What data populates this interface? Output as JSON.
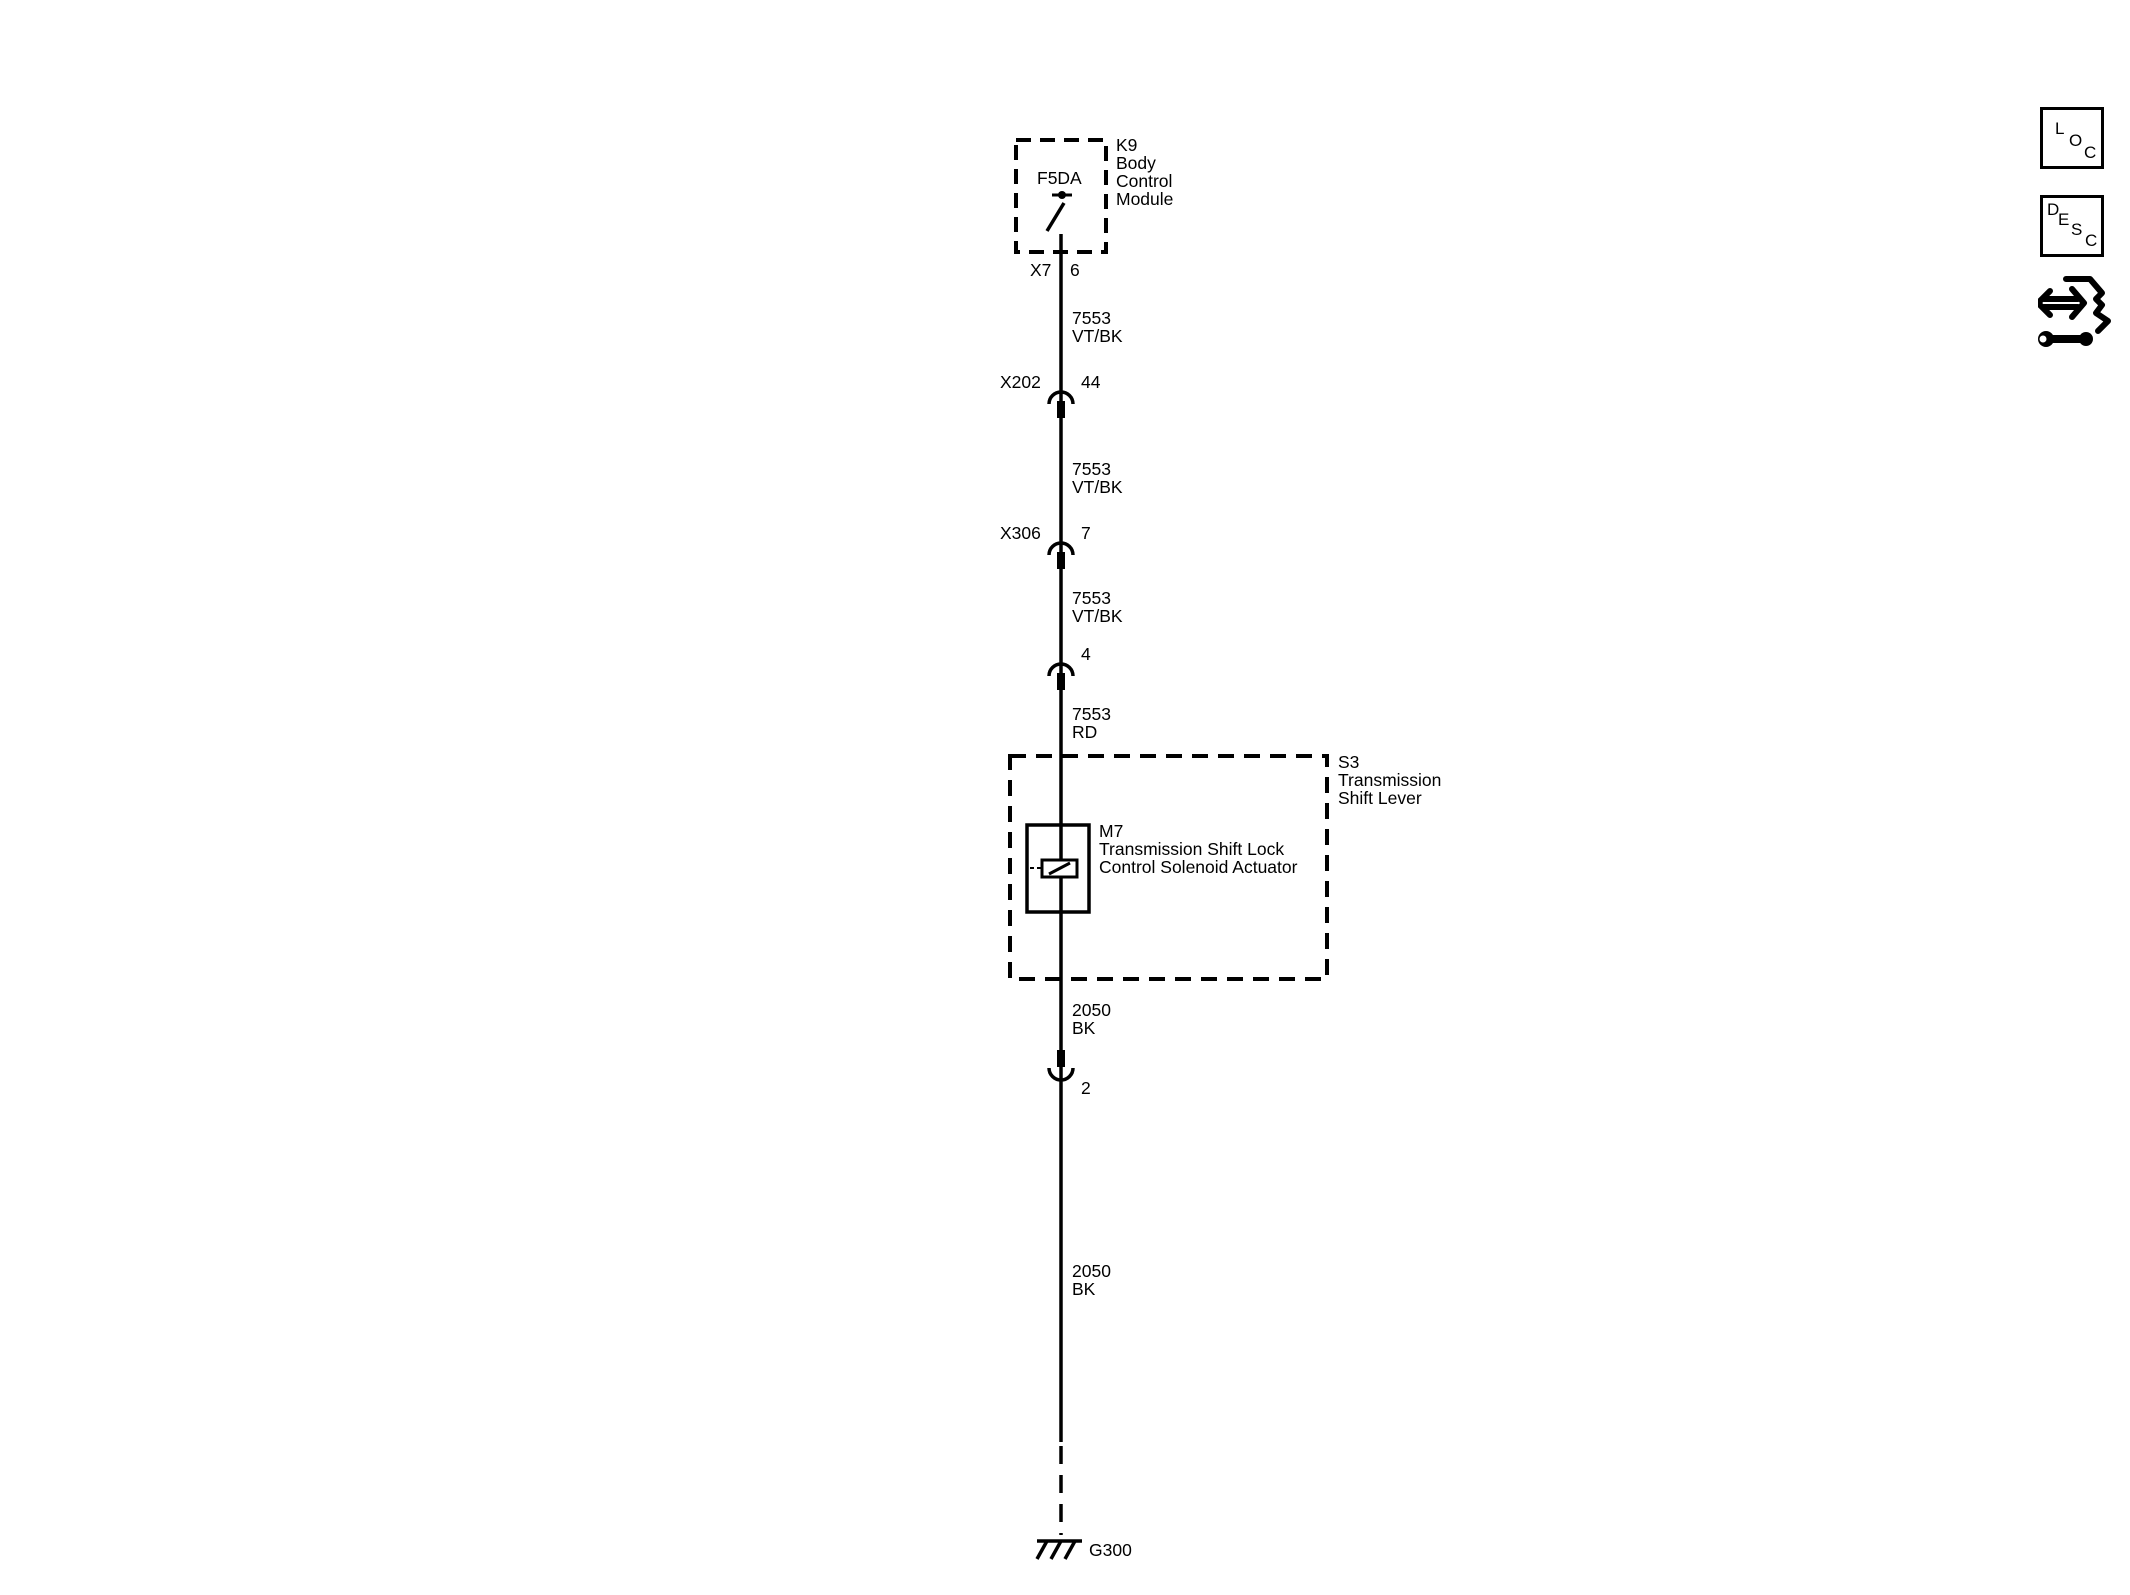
{
  "module": {
    "id": "K9",
    "name_lines": [
      "Body",
      "Control",
      "Module"
    ],
    "switch_label": "F5DA"
  },
  "connector_top": {
    "id": "X7",
    "pin": "6"
  },
  "wires": [
    {
      "number": "7553",
      "color": "VT/BK"
    },
    {
      "number": "7553",
      "color": "VT/BK"
    },
    {
      "number": "7553",
      "color": "VT/BK"
    },
    {
      "number": "7553",
      "color": "RD"
    },
    {
      "number": "2050",
      "color": "BK"
    },
    {
      "number": "2050",
      "color": "BK"
    }
  ],
  "inline_connectors": [
    {
      "id": "X202",
      "pin": "44"
    },
    {
      "id": "X306",
      "pin": "7"
    },
    {
      "id": "",
      "pin": "4"
    },
    {
      "id": "",
      "pin": "2"
    }
  ],
  "shift_lever": {
    "id": "S3",
    "name_lines": [
      "Transmission",
      "Shift Lever"
    ]
  },
  "solenoid": {
    "id": "M7",
    "name_lines": [
      "Transmission Shift Lock",
      "Control Solenoid Actuator"
    ]
  },
  "ground": {
    "id": "G300"
  },
  "nav": {
    "loc_letters": [
      "L",
      "O",
      "C"
    ],
    "desc_letters": [
      "D",
      "E",
      "S",
      "C"
    ],
    "service_icon": "service-icon"
  }
}
